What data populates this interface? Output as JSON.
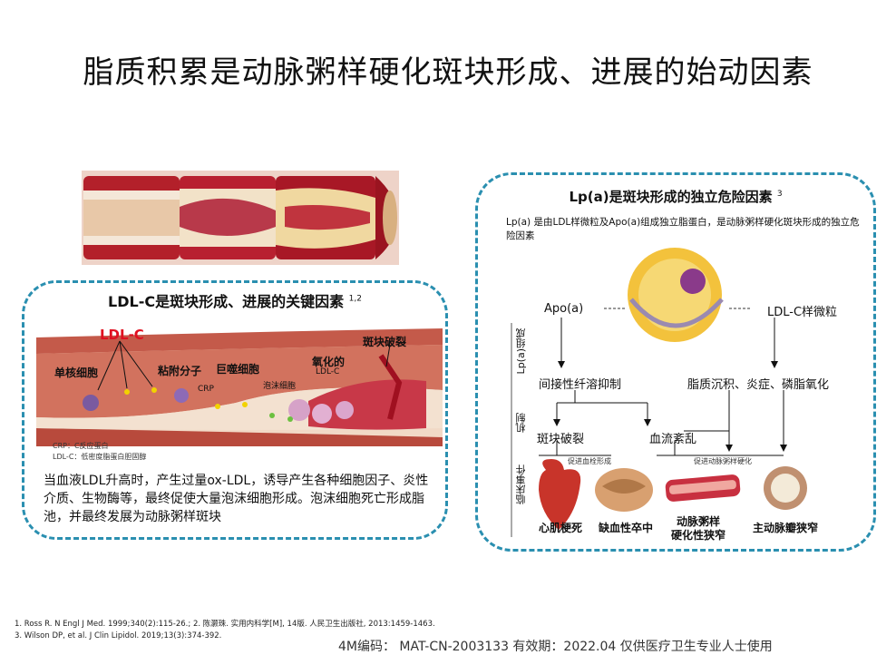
{
  "title": "脂质积累是动脉粥样硬化斑块形成、进展的始动因素",
  "left_panel": {
    "heading": "LDL-C是斑块形成、进展的关键因素",
    "heading_ref": "1,2",
    "labels": {
      "ldlc": "LDL-C",
      "monocyte": "单核细胞",
      "adhesion": "粘附分子",
      "macrophage": "巨噬细胞",
      "oxidized": "氧化的",
      "oxidized_ldl": "LDL-C",
      "rupture": "斑块破裂",
      "crp": "CRP",
      "foam": "泡沫细胞"
    },
    "legend": [
      "CRP：C反应蛋白",
      "LDL-C：低密度脂蛋白胆固醇"
    ],
    "description": "当血液LDL升高时，产生过量ox-LDL，诱导产生各种细胞因子、炎性介质、生物酶等，最终促使大量泡沫细胞形成。泡沫细胞死亡形成脂池，并最终发展为动脉粥样斑块"
  },
  "right_panel": {
    "heading": "Lp(a)是斑块形成的独立危险因素",
    "heading_ref": "3",
    "description": "Lp(a) 是由LDL样微粒及Apo(a)组成独立脂蛋白，是动脉粥样硬化斑块形成的独立危险因素",
    "side_labels": [
      "Lp(a)组成",
      "机制",
      "临床事件"
    ],
    "nodes": {
      "apoa": "Apo(a)",
      "ldl_like": "LDL-C样微粒",
      "fibrinolysis": "间接性纤溶抑制",
      "lipid": "脂质沉积、炎症、磷脂氧化",
      "plaque_rupture": "斑块破裂",
      "flow": "血流紊乱"
    },
    "notes": [
      "促进血栓形成",
      "促进动脉粥样硬化"
    ],
    "outcomes": [
      "心肌梗死",
      "缺血性卒中",
      "动脉粥样\n硬化性狭窄",
      "主动脉瓣狭窄"
    ]
  },
  "footer": {
    "refs": [
      "1. Ross R. N Engl J Med. 1999;340(2):115-26.; 2. 陈灏珠. 实用内科学[M], 14版. 人民卫生出版社, 2013:1459-1463.",
      "3. Wilson DP, et al. J Clin Lipidol. 2019;13(3):374-392."
    ],
    "code": "4M编码：   MAT-CN-2003133   有效期：2022.04   仅供医疗卫生专业人士使用"
  }
}
